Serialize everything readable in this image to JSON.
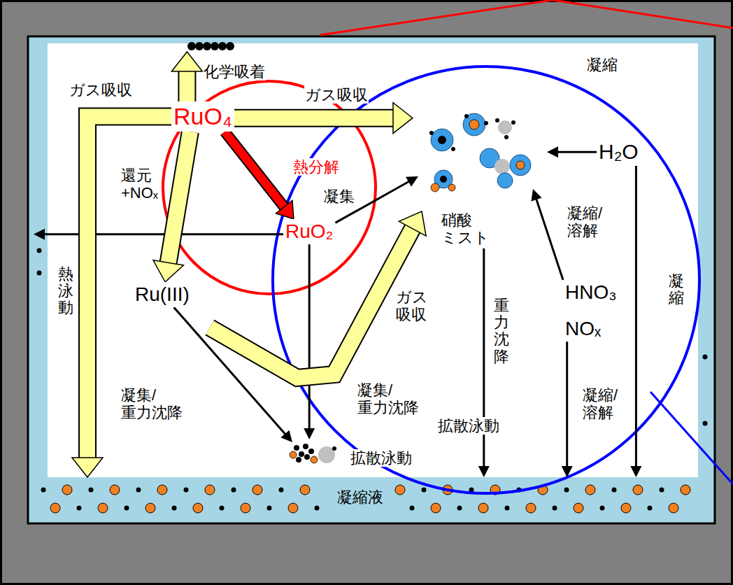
{
  "diagram": {
    "nodes": [
      {
        "text": [
          "RuO₄"
        ]
      },
      {
        "text": [
          "RuO₂"
        ]
      },
      {
        "text": [
          "Ru(III)"
        ]
      },
      {
        "text": [
          "H₂O"
        ]
      },
      {
        "text": [
          "HNO₃"
        ]
      },
      {
        "text": [
          "NOₓ"
        ]
      },
      {
        "text": [
          "硝酸 ミスト"
        ]
      },
      {
        "text": [
          "凝縮液"
        ]
      }
    ],
    "edges": [
      {
        "from": 0,
        "to": 1,
        "arrow": "to",
        "label": "熱分解"
      },
      {
        "from": 0,
        "to": 2,
        "arrow": "to",
        "label": "還元 +NOₓ"
      },
      {
        "from": 0,
        "to": 7,
        "arrow": "to",
        "label": "ガス吸収"
      },
      {
        "from": 3,
        "to": 7,
        "arrow": "to",
        "label": "凝縮"
      },
      {
        "from": 5,
        "to": 7,
        "arrow": "to",
        "label": "凝縮/ 溶解"
      },
      {
        "from": 6,
        "to": 7,
        "arrow": "to",
        "label": "重力沈降"
      }
    ],
    "labels": [
      "化学吸着",
      "ガス吸収",
      "凝縮",
      "凝集",
      "熱泳動",
      "ガス 吸収",
      "凝縮/ 溶解",
      "凝集/ 重力沈降",
      "凝集/ 重力沈降",
      "拡散泳動",
      "拡散泳動"
    ]
  }
}
